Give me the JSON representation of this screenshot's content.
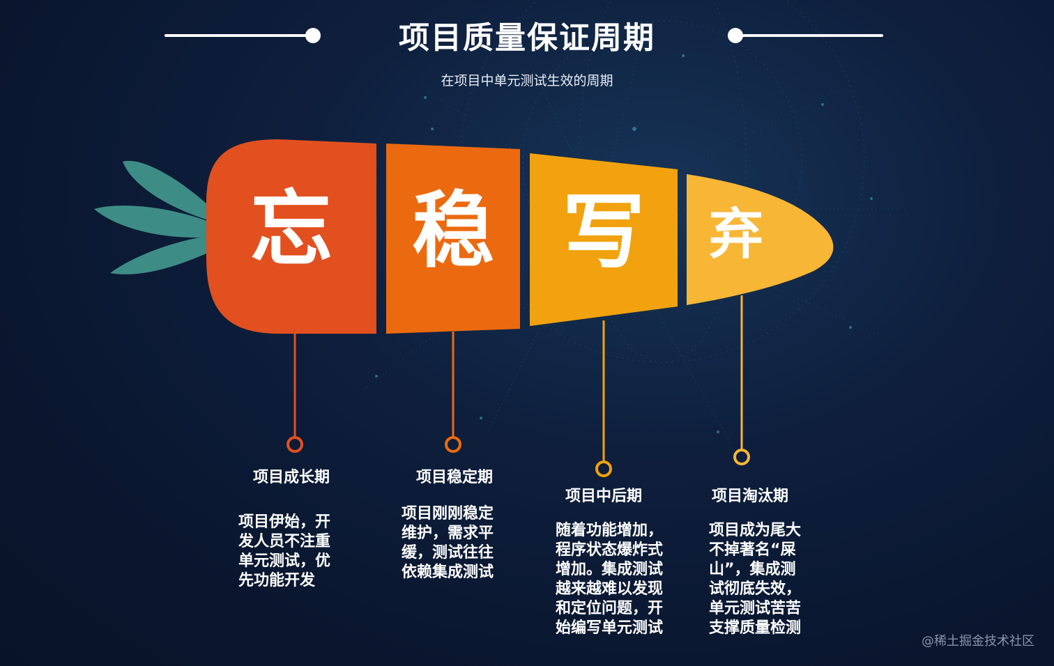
{
  "header": {
    "title": "项目质量保证周期",
    "subtitle": "在项目中单元测试生效的周期"
  },
  "colors": {
    "background": "#0a1730",
    "seg1": "#e2501f",
    "seg2": "#ec6a0f",
    "seg3": "#f2a20e",
    "seg4": "#f7b636",
    "leaves": "#3e8c86"
  },
  "segments": [
    {
      "char": "忘",
      "phase": "项目成长期",
      "desc": "项目伊始，开\n发人员不注重\n单元测试，优\n先功能开发"
    },
    {
      "char": "稳",
      "phase": "项目稳定期",
      "desc": "项目刚刚稳定\n维护，需求平\n缓，测试往往\n依赖集成测试"
    },
    {
      "char": "写",
      "phase": "项目中后期",
      "desc": "随着功能增加，\n程序状态爆炸式\n增加。集成测试\n越来越难以发现\n和定位问题，开\n始编写单元测试"
    },
    {
      "char": "弃",
      "phase": "项目淘汰期",
      "desc": "项目成为尾大\n不掉著名“屎\n山”，集成测\n试彻底失效，\n单元测试苦苦\n支撑质量检测"
    }
  ],
  "watermark": "@稀土掘金技术社区"
}
